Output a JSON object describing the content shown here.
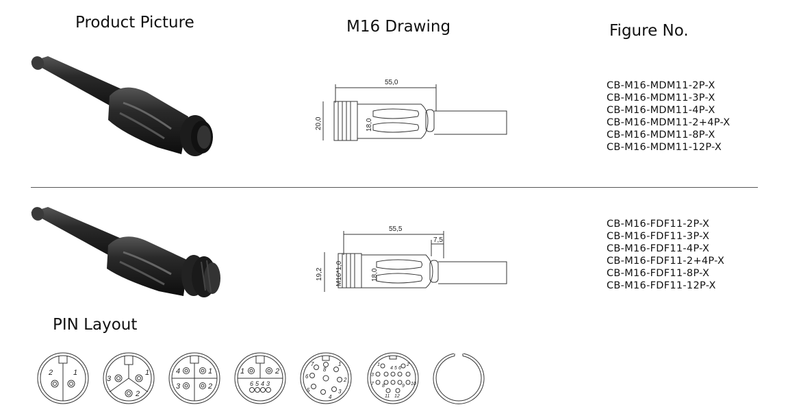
{
  "headings": {
    "product_picture": "Product Picture",
    "drawing": "M16 Drawing",
    "figure_no": "Figure No.",
    "pin_layout": "PIN Layout"
  },
  "row1": {
    "dim_length": "55,0",
    "dim_outer": "20,0",
    "dim_inner": "18,0",
    "figures": [
      "CB-M16-MDM11-2P-X",
      "CB-M16-MDM11-3P-X",
      "CB-M16-MDM11-4P-X",
      "CB-M16-MDM11-2+4P-X",
      "CB-M16-MDM11-8P-X",
      "CB-M16-MDM11-12P-X"
    ]
  },
  "row2": {
    "dim_length": "55,5",
    "dim_thread_len": "7,5",
    "dim_outer": "19,2",
    "dim_thread": "M16*1,0",
    "dim_inner": "18,0",
    "figures": [
      "CB-M16-FDF11-2P-X",
      "CB-M16-FDF11-3P-X",
      "CB-M16-FDF11-4P-X",
      "CB-M16-FDF11-2+4P-X",
      "CB-M16-FDF11-8P-X",
      "CB-M16-FDF11-12P-X"
    ]
  },
  "pins": {
    "p2": [
      "2",
      "1"
    ],
    "p3": [
      "3",
      "1",
      "2"
    ],
    "p4": [
      "4",
      "1",
      "3",
      "2"
    ],
    "p24": [
      "1",
      "2",
      "6",
      "5",
      "4",
      "3"
    ],
    "p8": [
      "8",
      "1",
      "2",
      "3",
      "4",
      "5",
      "6",
      "7"
    ],
    "p12": [
      "1",
      "2",
      "3",
      "4",
      "5",
      "6",
      "7",
      "8",
      "9",
      "10",
      "11",
      "12"
    ]
  }
}
